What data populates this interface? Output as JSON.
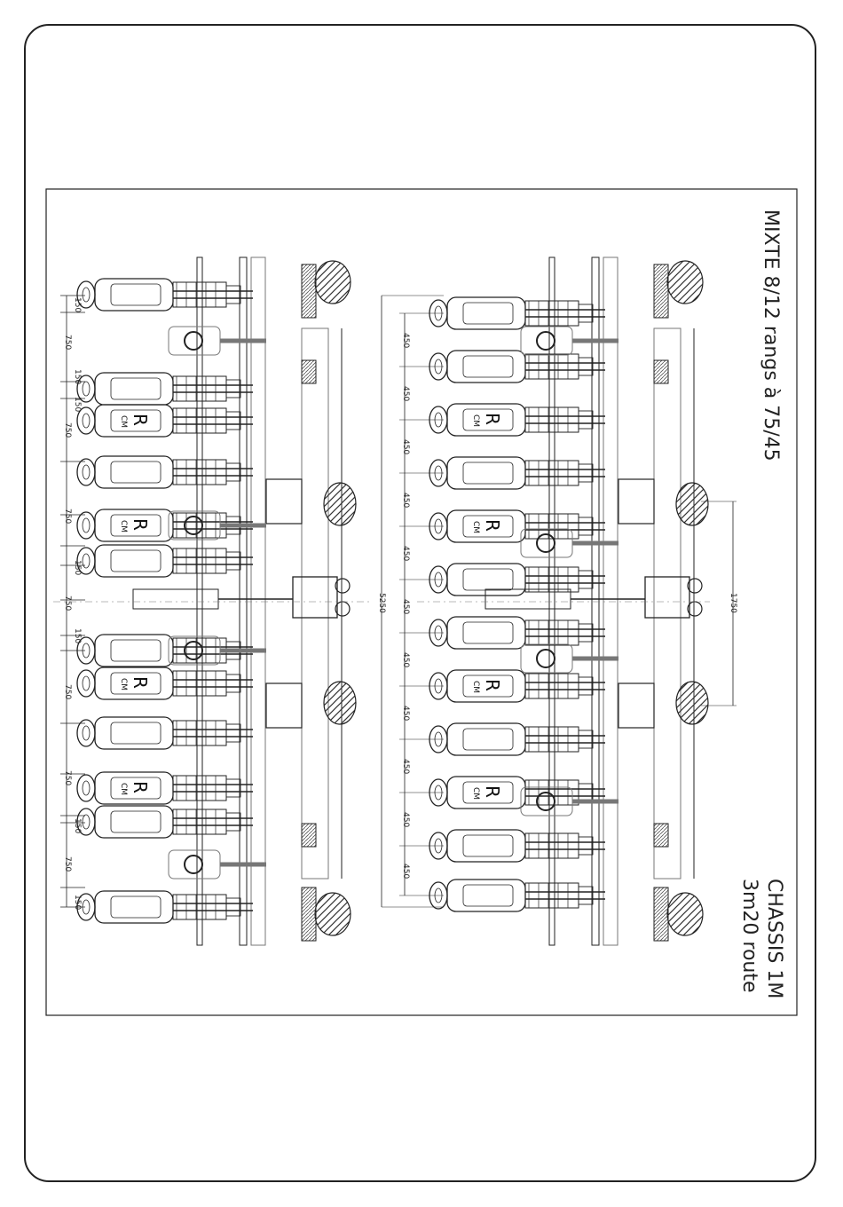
{
  "title": "MIXTE 8/12 rangs à 75/45",
  "chassis": {
    "line1": "CHASSIS 1M",
    "line2": "3m20 route"
  },
  "dimensions": {
    "spacing_750": "750",
    "spacing_150": "150",
    "spacing_450": "450",
    "overall_width": "5250",
    "wheel_track": "1750"
  },
  "unit_marks": {
    "letter": "R",
    "sub": "CM"
  },
  "colors": {
    "line": "#222222",
    "gray": "#777777",
    "hatch": "#555555"
  }
}
